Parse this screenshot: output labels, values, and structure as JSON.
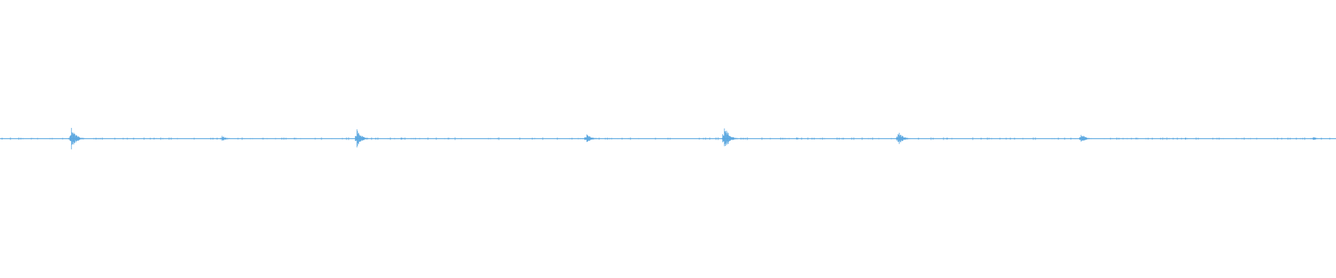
{
  "waveform": {
    "color": "#5aa7e0",
    "background": "#ffffff",
    "peaks": [
      {
        "position": 0.0533,
        "amplitude": 0.45
      },
      {
        "position": 0.166,
        "amplitude": 0.12
      },
      {
        "position": 0.267,
        "amplitude": 0.38
      },
      {
        "position": 0.439,
        "amplitude": 0.2
      },
      {
        "position": 0.542,
        "amplitude": 0.55
      },
      {
        "position": 0.672,
        "amplitude": 0.3
      },
      {
        "position": 0.809,
        "amplitude": 0.2
      },
      {
        "position": 0.983,
        "amplitude": 0.06
      }
    ],
    "minor_bursts": [
      {
        "position": 0.024,
        "amplitude": 0.03
      },
      {
        "position": 0.078,
        "amplitude": 0.02
      },
      {
        "position": 0.115,
        "amplitude": 0.04
      },
      {
        "position": 0.196,
        "amplitude": 0.03
      },
      {
        "position": 0.22,
        "amplitude": 0.04
      },
      {
        "position": 0.3,
        "amplitude": 0.05
      },
      {
        "position": 0.335,
        "amplitude": 0.04
      },
      {
        "position": 0.372,
        "amplitude": 0.03
      },
      {
        "position": 0.4,
        "amplitude": 0.03
      },
      {
        "position": 0.47,
        "amplitude": 0.02
      },
      {
        "position": 0.596,
        "amplitude": 0.05
      },
      {
        "position": 0.63,
        "amplitude": 0.03
      },
      {
        "position": 0.708,
        "amplitude": 0.05
      },
      {
        "position": 0.74,
        "amplitude": 0.03
      },
      {
        "position": 0.85,
        "amplitude": 0.04
      },
      {
        "position": 0.887,
        "amplitude": 0.04
      },
      {
        "position": 0.925,
        "amplitude": 0.03
      },
      {
        "position": 0.953,
        "amplitude": 0.03
      }
    ]
  }
}
